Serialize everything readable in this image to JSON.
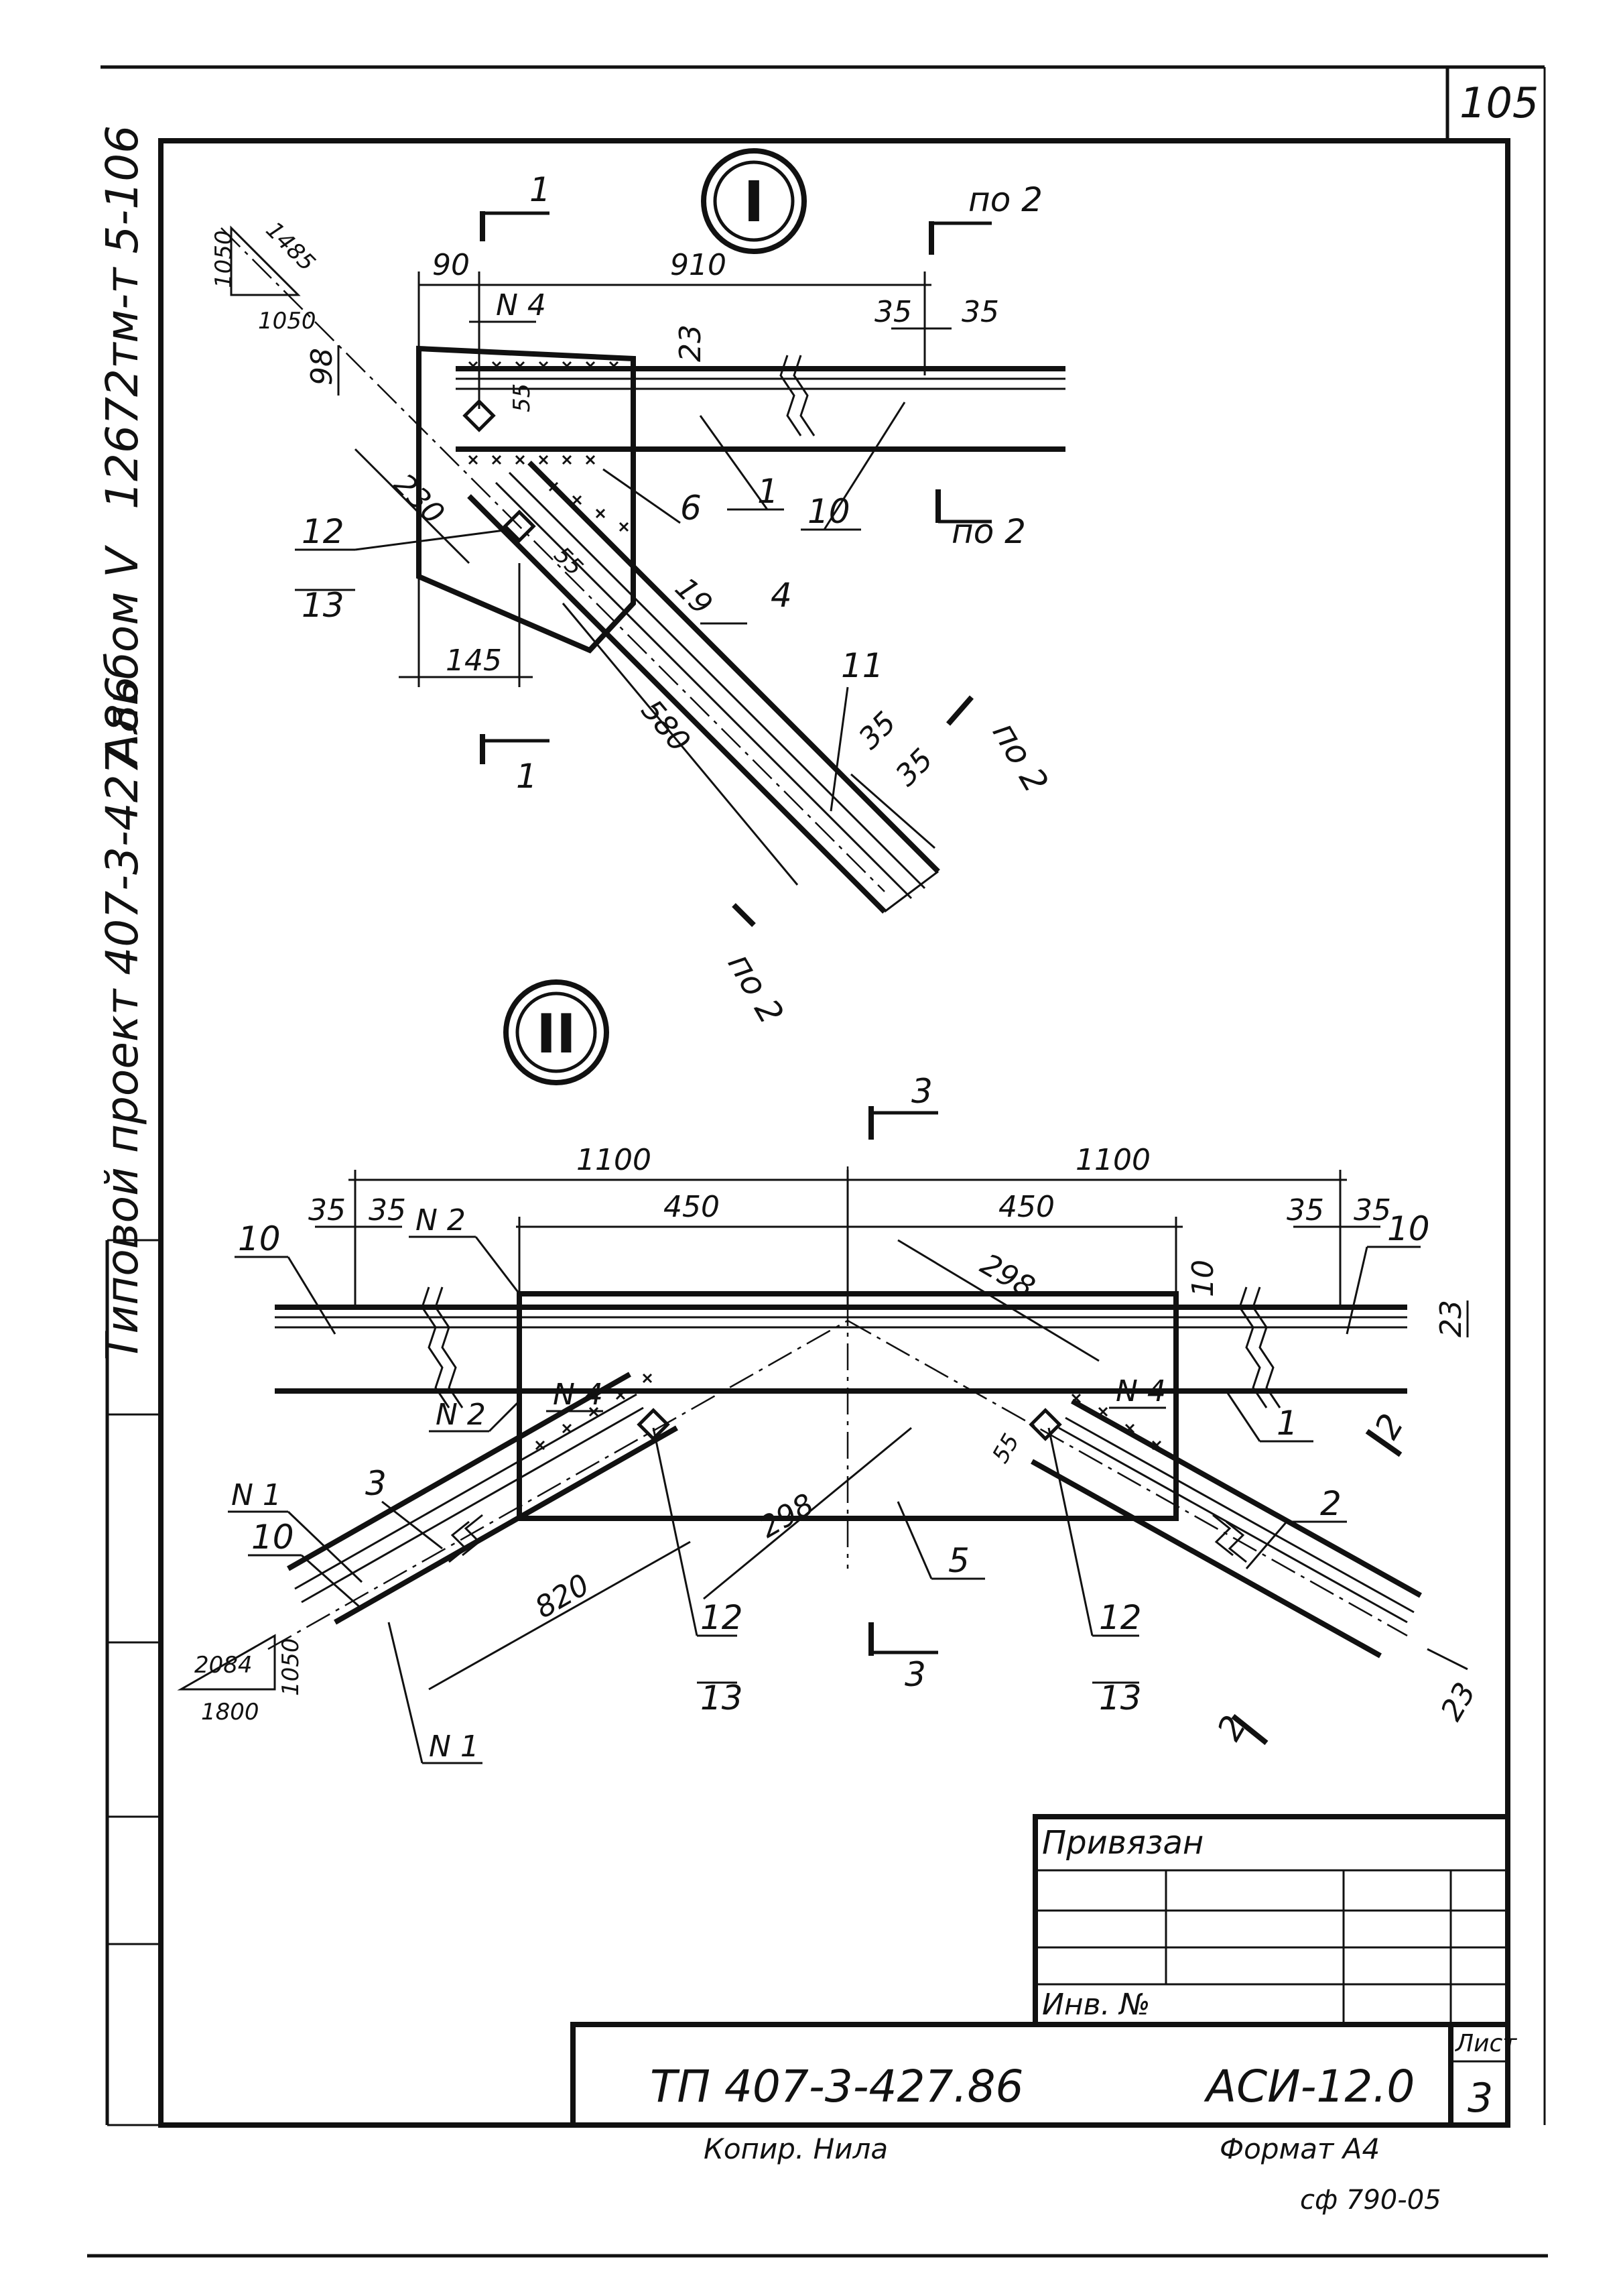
{
  "sheet": {
    "page_number": "105",
    "side_stamp_top": "12672тм-т 5-106",
    "side_album": "Альбом V",
    "side_project": "Типовой проект 407-3-427.86",
    "copied_by": "Копир. Нила",
    "format": "Формат А4",
    "bottom_code": "сф 790-05"
  },
  "title_block": {
    "attached_label": "Привязан",
    "inv_label": "Инв. №",
    "project_code": "ТП 407-3-427.86",
    "drawing_code": "АСИ-12.0",
    "sheet_label": "Лист",
    "sheet_number": "3"
  },
  "view_1": {
    "marker": "I",
    "section_1_left": "1",
    "section_1_bottom": "1",
    "section_po2_top": "по 2",
    "section_po2_mid": "по 2",
    "section_po2_diag": "по 2",
    "section_po2_end": "по 2",
    "slope_a": "1050",
    "slope_b": "1050",
    "slope_c": "1485",
    "dims": {
      "d90": "90",
      "d910": "910",
      "d35a": "35",
      "d35b": "35",
      "d98": "98",
      "d23": "23",
      "d55a": "55",
      "d230": "230",
      "d55b": "55",
      "d19": "19",
      "d145": "145",
      "d580": "580",
      "d35c": "35",
      "d35d": "35"
    },
    "welds": {
      "n4": "N 4"
    },
    "positions": {
      "p1": "1",
      "p10": "10",
      "p12": "12",
      "p13": "13",
      "p6": "6",
      "p4": "4",
      "p11": "11"
    }
  },
  "view_2": {
    "marker": "II",
    "section_3_top": "3",
    "section_3_bottom": "3",
    "section_2_right": "2",
    "section_2_bottom": "2",
    "slope_a": "2084",
    "slope_b": "1050",
    "slope_c": "1800",
    "dims": {
      "d1100a": "1100",
      "d1100b": "1100",
      "d450a": "450",
      "d450b": "450",
      "d35a": "35",
      "d35b": "35",
      "d35c": "35",
      "d35d": "35",
      "d298a": "298",
      "d298b": "298",
      "d10": "10",
      "d23a": "23",
      "d55": "55",
      "d820": "820",
      "d23b": "23"
    },
    "welds": {
      "n2a": "N 2",
      "n2b": "N 2",
      "n4a": "N 4",
      "n4b": "N 4",
      "n1a": "N 1",
      "n1b": "N 1"
    },
    "positions": {
      "p10a": "10",
      "p10b": "10",
      "p10c": "10",
      "p1": "1",
      "p3": "3",
      "p2": "2",
      "p5": "5",
      "p12a": "12",
      "p13a": "13",
      "p12b": "12",
      "p13b": "13"
    }
  }
}
